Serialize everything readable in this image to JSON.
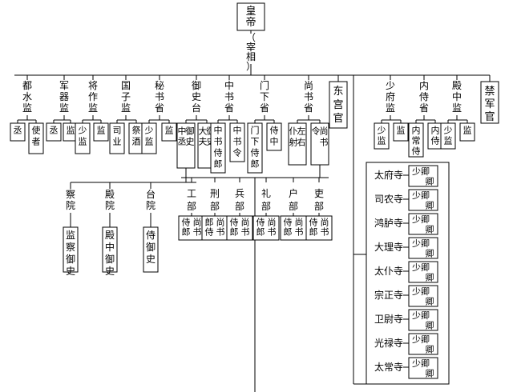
{
  "top": {
    "emperor": "皇帝",
    "chancellor": "（宰相）"
  },
  "directorates": [
    {
      "name": "都水监",
      "subs": [
        "丞",
        "使者"
      ]
    },
    {
      "name": "军器监",
      "subs": [
        "丞",
        "监"
      ]
    },
    {
      "name": "将作监",
      "subs": [
        "少监",
        "监"
      ]
    },
    {
      "name": "国子监",
      "subs": [
        "司业",
        "祭酒"
      ]
    },
    {
      "name": "秘书省",
      "subs": [
        "少监",
        "监"
      ]
    }
  ],
  "censorate": {
    "name": "御史台",
    "officials": [
      "御史中丞",
      "御史大夫"
    ],
    "courts": [
      {
        "name": "察院",
        "official": "监察御史"
      },
      {
        "name": "殿院",
        "official": "殿中御史"
      },
      {
        "name": "台院",
        "official": "侍御史"
      }
    ]
  },
  "secretariat": {
    "name": "中书省",
    "officials": [
      "中书侍郎",
      "中书令"
    ]
  },
  "chancellery": {
    "name": "门下省",
    "officials": [
      "门下侍郎",
      "侍中"
    ]
  },
  "state_affairs": {
    "name": "尚书省",
    "officials": [
      "左右仆射",
      "尚书令"
    ],
    "ministries": [
      {
        "name": "工部",
        "officials": [
          "侍郎",
          "尚书"
        ]
      },
      {
        "name": "刑部",
        "officials": [
          "郎侍",
          "尚书"
        ]
      },
      {
        "name": "兵部",
        "officials": [
          "侍郎",
          "尚书"
        ]
      },
      {
        "name": "礼部",
        "officials": [
          "侍郎",
          "尚书"
        ]
      },
      {
        "name": "户部",
        "officials": [
          "侍郎",
          "尚书"
        ]
      },
      {
        "name": "吏部",
        "officials": [
          "侍郎",
          "尚书"
        ]
      }
    ]
  },
  "eastern_palace": "东宫官",
  "right_offices": [
    {
      "name": "少府监",
      "subs": [
        "少监",
        "监"
      ]
    },
    {
      "name": "内侍省",
      "subs": [
        "内常侍",
        "内侍"
      ]
    },
    {
      "name": "殿中监",
      "subs": [
        "少监",
        "监"
      ]
    }
  ],
  "imperial_guard": "禁军官",
  "courts": [
    {
      "name": "太府寺",
      "officials": [
        "少卿",
        "卿"
      ]
    },
    {
      "name": "司农寺",
      "officials": [
        "少卿",
        "卿"
      ]
    },
    {
      "name": "鸿胪寺",
      "officials": [
        "少卿",
        "卿"
      ]
    },
    {
      "name": "大理寺",
      "officials": [
        "少卿",
        "卿"
      ]
    },
    {
      "name": "太仆寺",
      "officials": [
        "少卿",
        "卿"
      ]
    },
    {
      "name": "宗正寺",
      "officials": [
        "少卿",
        "卿"
      ]
    },
    {
      "name": "卫尉寺",
      "officials": [
        "少卿",
        "卿"
      ]
    },
    {
      "name": "光禄寺",
      "officials": [
        "少卿",
        "卿"
      ]
    },
    {
      "name": "太常寺",
      "officials": [
        "少卿",
        "卿"
      ]
    }
  ]
}
